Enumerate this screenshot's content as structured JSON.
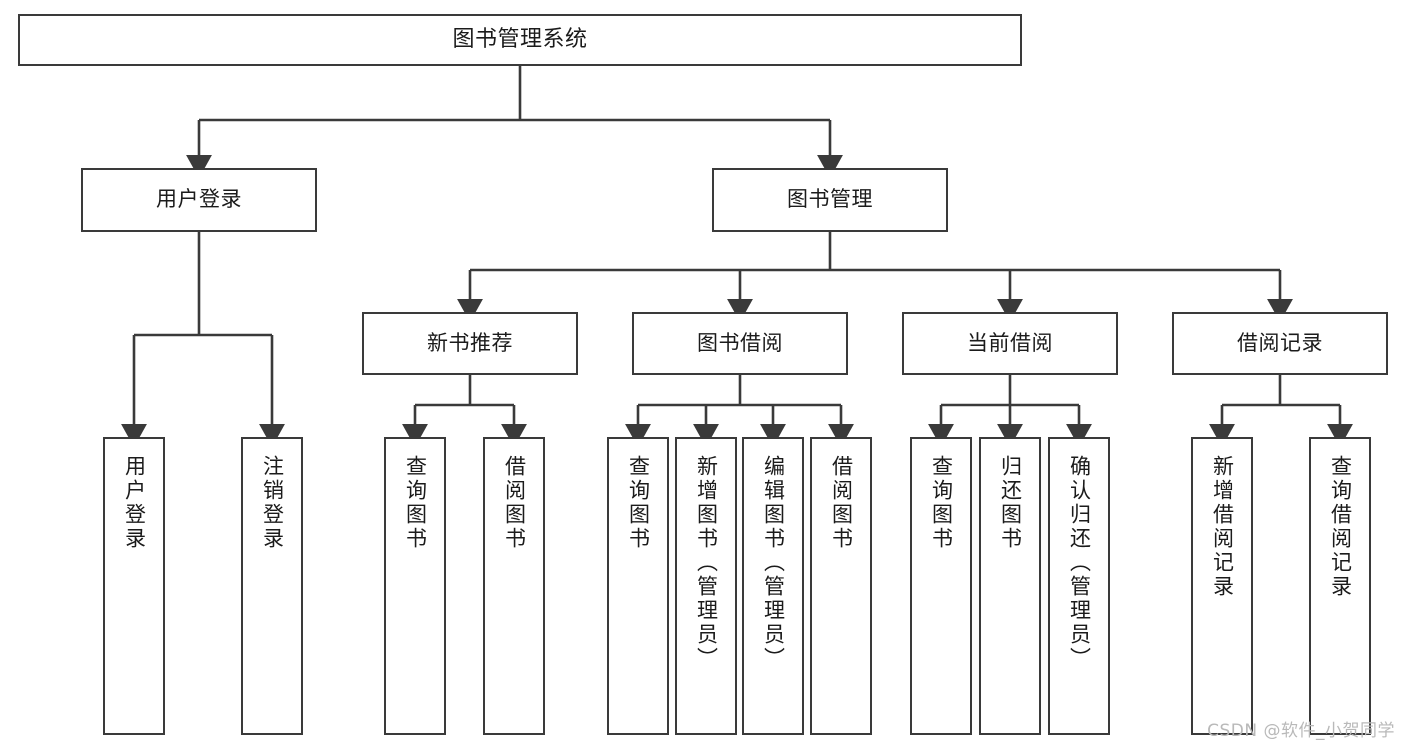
{
  "diagram": {
    "type": "tree",
    "title": "图书管理系统",
    "orientation": "top-down",
    "line_color": "#3a3a3a",
    "box_fill": "#ffffff",
    "text_color": "#1b1b1b"
  },
  "root": {
    "label": "图书管理系统"
  },
  "level1": [
    {
      "label": "用户登录"
    },
    {
      "label": "图书管理"
    }
  ],
  "level2": [
    {
      "label": "新书推荐"
    },
    {
      "label": "图书借阅"
    },
    {
      "label": "当前借阅"
    },
    {
      "label": "借阅记录"
    }
  ],
  "leaves": {
    "user_login": [
      {
        "label": "用户登录"
      },
      {
        "label": "注销登录"
      }
    ],
    "new_book_recommend": [
      {
        "label": "查询图书"
      },
      {
        "label": "借阅图书"
      }
    ],
    "book_borrow": [
      {
        "label": "查询图书"
      },
      {
        "label": "新增图书（管理员）"
      },
      {
        "label": "编辑图书（管理员）"
      },
      {
        "label": "借阅图书"
      }
    ],
    "current_borrow": [
      {
        "label": "查询图书"
      },
      {
        "label": "归还图书"
      },
      {
        "label": "确认归还（管理员）"
      }
    ],
    "borrow_record": [
      {
        "label": "新增借阅记录"
      },
      {
        "label": "查询借阅记录"
      }
    ]
  },
  "watermark": {
    "text": "CSDN @软件_小贺同学",
    "color": "#b9b9b9"
  }
}
